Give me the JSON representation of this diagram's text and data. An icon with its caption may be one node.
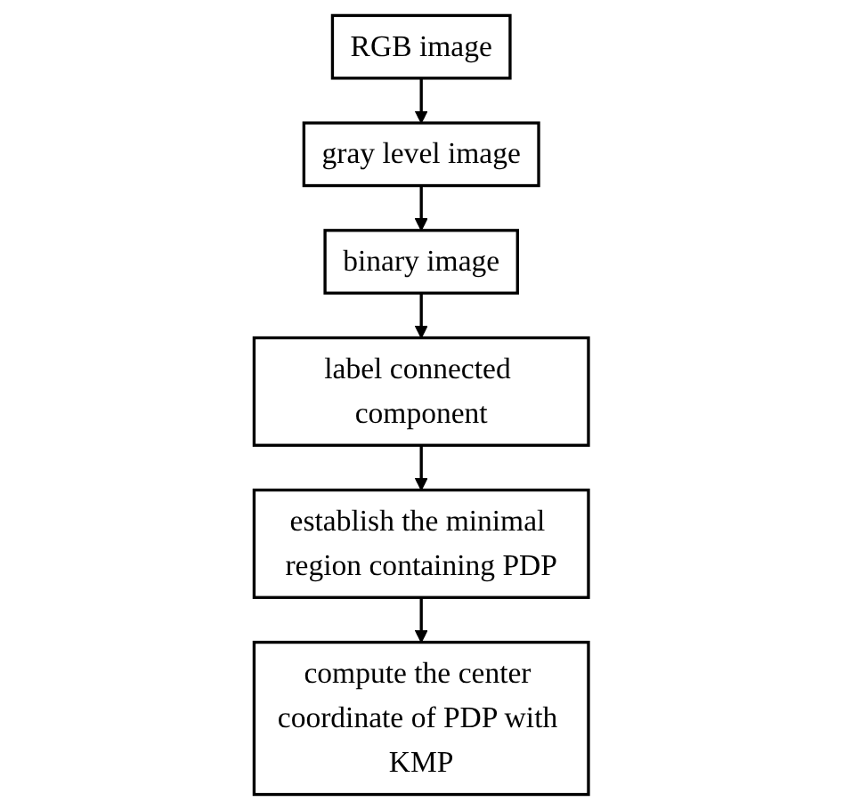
{
  "diagram": {
    "nodes": [
      {
        "text": [
          "RGB image"
        ]
      },
      {
        "text": [
          "gray level image"
        ]
      },
      {
        "text": [
          "binary image"
        ]
      },
      {
        "text": [
          "label connected component"
        ]
      },
      {
        "text": [
          "establish the minimal region containing PDP"
        ]
      },
      {
        "text": [
          "compute the center coordinate of PDP with KMP"
        ]
      }
    ],
    "edges": [
      {
        "from": 0,
        "to": 1,
        "arrow": "to"
      },
      {
        "from": 1,
        "to": 2,
        "arrow": "to"
      },
      {
        "from": 2,
        "to": 3,
        "arrow": "to"
      },
      {
        "from": 3,
        "to": 4,
        "arrow": "to"
      },
      {
        "from": 4,
        "to": 5,
        "arrow": "to"
      }
    ]
  }
}
